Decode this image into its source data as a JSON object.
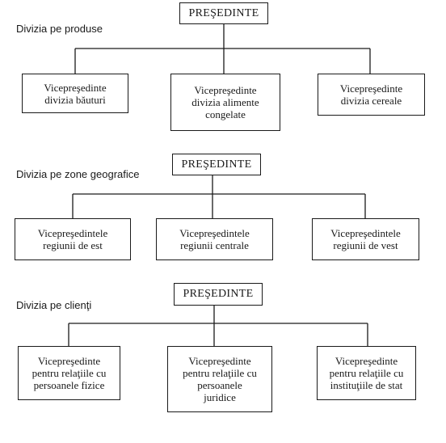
{
  "sections": [
    {
      "label": "Divizia pe produse",
      "top": "PREŞEDINTE",
      "children": [
        "Vicepreşedinte\ndivizia băuturi",
        "Vicepreşedinte\ndivizia alimente\ncongelate",
        "Vicepreşedinte\ndivizia cereale"
      ]
    },
    {
      "label": "Divizia pe zone geografice",
      "top": "PREŞEDINTE",
      "children": [
        "Vicepreşedintele\nregiunii de est",
        "Vicepreşedintele\nregiunii centrale",
        "Vicepreşedintele\nregiunii de vest"
      ]
    },
    {
      "label": "Divizia pe clienţi",
      "top": "PREŞEDINTE",
      "children": [
        "Vicepreşedinte\npentru relaţiile cu\npersoanele fizice",
        "Vicepreşedinte\npentru relaţiile cu\npersoanele\njuridice",
        "Vicepreşedinte\npentru relaţiile cu\ninstituţiile de stat"
      ]
    }
  ]
}
